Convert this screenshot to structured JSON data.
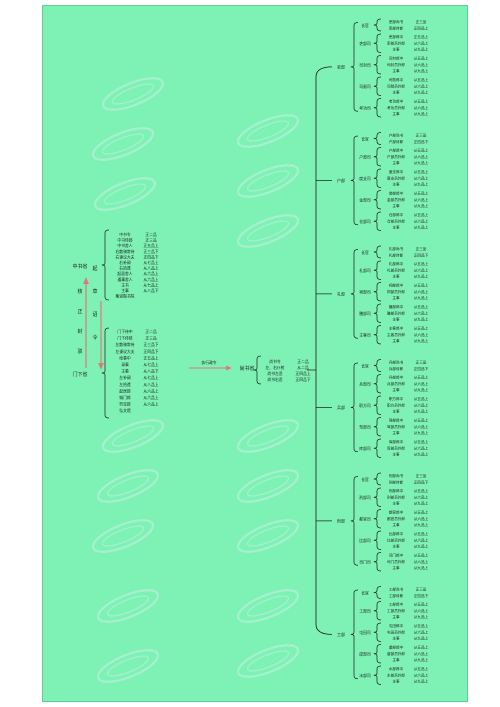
{
  "zhongshu": {
    "label": "中书省",
    "function_chars": [
      "起",
      "草",
      "诏",
      "令"
    ],
    "officials": [
      {
        "title": "中书令",
        "rank": "正二品"
      },
      {
        "title": "中书侍郎",
        "rank": "正三品"
      },
      {
        "title": "中书舍人",
        "rank": "正五品上"
      },
      {
        "title": "右散骑常侍",
        "rank": "正三品下"
      },
      {
        "title": "右谏议大夫",
        "rank": "正四品下"
      },
      {
        "title": "右补阙",
        "rank": "从七品上"
      },
      {
        "title": "右拾遗",
        "rank": "从八品上"
      },
      {
        "title": "起居舍人",
        "rank": "从六品上"
      },
      {
        "title": "通事舍人",
        "rank": "从六品上"
      },
      {
        "title": "主书",
        "rank": "从七品上"
      },
      {
        "title": "主事",
        "rank": "从八品下"
      },
      {
        "title": "集贤殿书院",
        "rank": ""
      }
    ]
  },
  "review_chars": [
    "核",
    "正",
    "封",
    "驳"
  ],
  "menxia": {
    "label": "门下省",
    "officials": [
      {
        "title": "门下侍中",
        "rank": "正二品"
      },
      {
        "title": "门下侍郎",
        "rank": "正三品"
      },
      {
        "title": "左散骑常侍",
        "rank": "正三品下"
      },
      {
        "title": "左谏议大夫",
        "rank": "正四品下"
      },
      {
        "title": "给事中",
        "rank": "正五品上"
      },
      {
        "title": "录事",
        "rank": "从七品上"
      },
      {
        "title": "主事",
        "rank": "从八品下"
      },
      {
        "title": "左补阙",
        "rank": "从七品上"
      },
      {
        "title": "左拾遗",
        "rank": "从八品上"
      },
      {
        "title": "起居郎",
        "rank": "从六品上"
      },
      {
        "title": "城门郎",
        "rank": "从六品上"
      },
      {
        "title": "符宝郎",
        "rank": "从六品上"
      },
      {
        "title": "弘文馆",
        "rank": ""
      }
    ]
  },
  "arrow_label": "执行政令",
  "shangshu": {
    "label": "尚书省",
    "officials": [
      {
        "title": "尚书令",
        "rank": "正二品"
      },
      {
        "title": "左、右仆射",
        "rank": "从二品"
      },
      {
        "title": "尚书左丞",
        "rank": "正四品上"
      },
      {
        "title": "尚书右丞",
        "rank": "正四品下"
      }
    ]
  },
  "ministries": [
    {
      "name": "吏部",
      "sections": [
        {
          "name": "长官",
          "rows": [
            [
              "吏部尚书",
              "正三品"
            ],
            [
              "吏部侍郎",
              "正四品上"
            ]
          ]
        },
        {
          "name": "吏部司",
          "rows": [
            [
              "吏部郎中",
              "正五品上"
            ],
            [
              "吏部员外郎",
              "从六品上"
            ],
            [
              "主事",
              "从九品上"
            ]
          ]
        },
        {
          "name": "司封司",
          "rows": [
            [
              "司封郎中",
              "从五品上"
            ],
            [
              "司封员外郎",
              "从六品上"
            ],
            [
              "主事",
              "从九品上"
            ]
          ]
        },
        {
          "name": "司勋司",
          "rows": [
            [
              "司勋郎中",
              "从五品上"
            ],
            [
              "司勋员外郎",
              "从六品上"
            ],
            [
              "主事",
              "从九品上"
            ]
          ]
        },
        {
          "name": "考功司",
          "rows": [
            [
              "考功郎中",
              "从五品上"
            ],
            [
              "考功员外郎",
              "从六品上"
            ],
            [
              "主事",
              "从九品上"
            ]
          ]
        }
      ]
    },
    {
      "name": "户部",
      "sections": [
        {
          "name": "长官",
          "rows": [
            [
              "户部尚书",
              "正三品"
            ],
            [
              "户部侍郎",
              "正四品下"
            ]
          ]
        },
        {
          "name": "户部司",
          "rows": [
            [
              "户部郎中",
              "从五品上"
            ],
            [
              "户部员外郎",
              "从六品上"
            ],
            [
              "主事",
              "从九品上"
            ]
          ]
        },
        {
          "name": "度支司",
          "rows": [
            [
              "度支郎中",
              "从五品上"
            ],
            [
              "度支员外郎",
              "从六品上"
            ],
            [
              "主事",
              "从九品上"
            ]
          ]
        },
        {
          "name": "金部司",
          "rows": [
            [
              "金部郎中",
              "从五品上"
            ],
            [
              "金部员外郎",
              "从六品上"
            ],
            [
              "主事",
              "从九品上"
            ]
          ]
        },
        {
          "name": "仓部司",
          "rows": [
            [
              "仓部郎中",
              "从五品上"
            ],
            [
              "仓部员外郎",
              "从六品上"
            ],
            [
              "主事",
              "从九品上"
            ]
          ]
        }
      ]
    },
    {
      "name": "礼部",
      "sections": [
        {
          "name": "长官",
          "rows": [
            [
              "礼部尚书",
              "正三品"
            ],
            [
              "礼部侍郎",
              "正四品下"
            ]
          ]
        },
        {
          "name": "礼部司",
          "rows": [
            [
              "礼部郎中",
              "从五品上"
            ],
            [
              "礼部员外郎",
              "从六品上"
            ],
            [
              "主事",
              "从九品上"
            ]
          ]
        },
        {
          "name": "祠部司",
          "rows": [
            [
              "祠部郎中",
              "从五品上"
            ],
            [
              "祠部员外郎",
              "从六品上"
            ],
            [
              "主事",
              "从九品上"
            ]
          ]
        },
        {
          "name": "膳部司",
          "rows": [
            [
              "膳部郎中",
              "从五品上"
            ],
            [
              "膳部员外郎",
              "从六品上"
            ],
            [
              "主事",
              "从九品上"
            ]
          ]
        },
        {
          "name": "主客司",
          "rows": [
            [
              "主客郎中",
              "从五品上"
            ],
            [
              "主客员外郎",
              "从六品上"
            ],
            [
              "主事",
              "从九品上"
            ]
          ]
        }
      ]
    },
    {
      "name": "兵部",
      "sections": [
        {
          "name": "长官",
          "rows": [
            [
              "兵部尚书",
              "正三品"
            ],
            [
              "兵部侍郎",
              "正四品下"
            ]
          ]
        },
        {
          "name": "兵部司",
          "rows": [
            [
              "兵部郎中",
              "从五品上"
            ],
            [
              "兵部员外郎",
              "从六品上"
            ],
            [
              "主事",
              "从九品上"
            ]
          ]
        },
        {
          "name": "职方司",
          "rows": [
            [
              "职方郎中",
              "从五品上"
            ],
            [
              "职方员外郎",
              "从六品上"
            ],
            [
              "主事",
              "从九品上"
            ]
          ]
        },
        {
          "name": "驾部司",
          "rows": [
            [
              "驾部郎中",
              "从五品上"
            ],
            [
              "驾部员外郎",
              "从六品上"
            ],
            [
              "主事",
              "从九品上"
            ]
          ]
        },
        {
          "name": "库部司",
          "rows": [
            [
              "库部郎中",
              "从五品上"
            ],
            [
              "库部员外郎",
              "从六品上"
            ],
            [
              "主事",
              "从九品上"
            ]
          ]
        }
      ]
    },
    {
      "name": "刑部",
      "sections": [
        {
          "name": "长官",
          "rows": [
            [
              "刑部尚书",
              "正三品"
            ],
            [
              "刑部侍郎",
              "正四品下"
            ]
          ]
        },
        {
          "name": "刑部司",
          "rows": [
            [
              "刑部郎中",
              "从五品上"
            ],
            [
              "刑部员外郎",
              "从六品上"
            ],
            [
              "主事",
              "从九品上"
            ]
          ]
        },
        {
          "name": "都官司",
          "rows": [
            [
              "都官郎中",
              "从五品上"
            ],
            [
              "都官员外郎",
              "从六品上"
            ],
            [
              "主事",
              "从九品上"
            ]
          ]
        },
        {
          "name": "比部司",
          "rows": [
            [
              "比部郎中",
              "从五品上"
            ],
            [
              "比部员外郎",
              "从六品上"
            ],
            [
              "主事",
              "从九品上"
            ]
          ]
        },
        {
          "name": "司门司",
          "rows": [
            [
              "司门郎中",
              "从五品上"
            ],
            [
              "司门员外郎",
              "从六品上"
            ],
            [
              "主事",
              "从九品上"
            ]
          ]
        }
      ]
    },
    {
      "name": "工部",
      "sections": [
        {
          "name": "长官",
          "rows": [
            [
              "工部尚书",
              "正三品"
            ],
            [
              "工部侍郎",
              "正四品下"
            ]
          ]
        },
        {
          "name": "工部司",
          "rows": [
            [
              "工部郎中",
              "从五品上"
            ],
            [
              "工部员外郎",
              "从六品上"
            ],
            [
              "主事",
              "从九品上"
            ]
          ]
        },
        {
          "name": "屯田司",
          "rows": [
            [
              "屯田郎中",
              "从五品上"
            ],
            [
              "屯田员外郎",
              "从六品上"
            ],
            [
              "主事",
              "从九品上"
            ]
          ]
        },
        {
          "name": "虞部司",
          "rows": [
            [
              "虞部郎中",
              "从五品上"
            ],
            [
              "虞部员外郎",
              "从六品上"
            ],
            [
              "主事",
              "从九品上"
            ]
          ]
        },
        {
          "name": "水部司",
          "rows": [
            [
              "水部郎中",
              "从五品上"
            ],
            [
              "水部员外郎",
              "从六品上"
            ],
            [
              "主事",
              "从九品上"
            ]
          ]
        }
      ]
    }
  ],
  "colors": {
    "background": "#7ef2b4",
    "line": "#1a1a1a",
    "arrow": "#e07a7a",
    "watermark": "#a6f0cf"
  }
}
